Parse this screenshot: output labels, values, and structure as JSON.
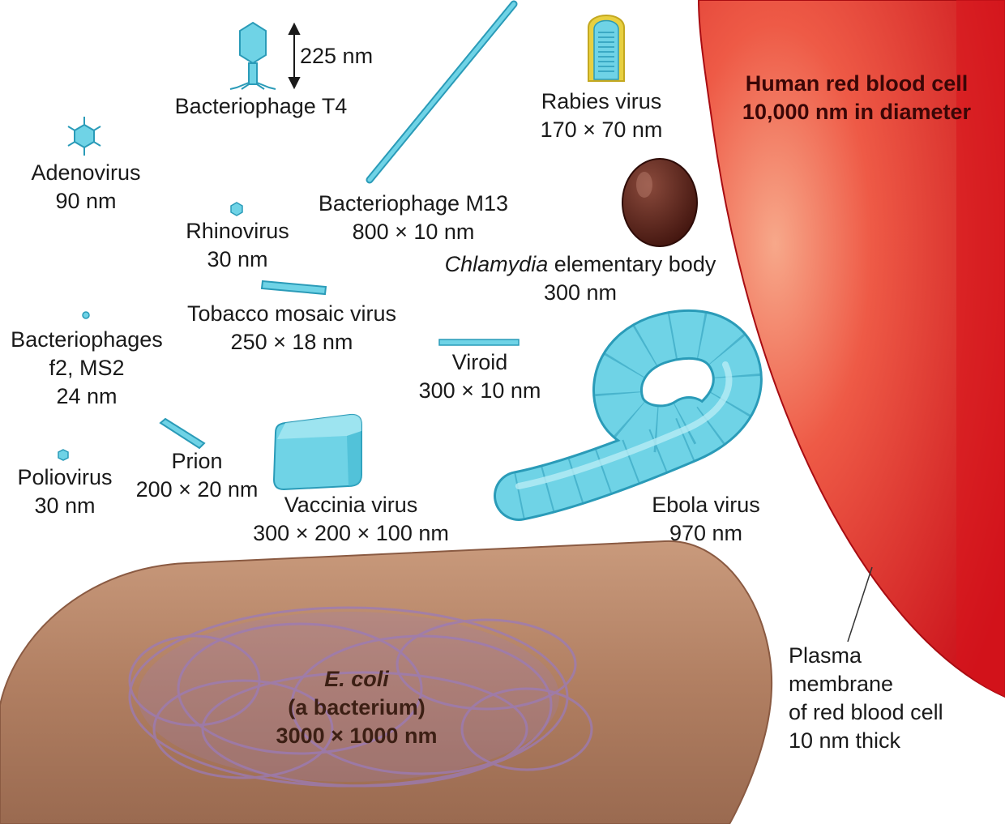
{
  "colors": {
    "virus_fill": "#6fd3e6",
    "virus_stroke": "#2a9bb8",
    "rbc": "#d9141b",
    "rbc_light": "#f28a6a",
    "ecoli": "#b88668",
    "ecoli_dna": "#9b7bb8",
    "chlamydia": "#5a1c14",
    "label": "#1a1a1a"
  },
  "labels": {
    "t4_size": "225 nm",
    "t4_name": "Bacteriophage T4",
    "adeno_name": "Adenovirus",
    "adeno_size": "90 nm",
    "rhino_name": "Rhinovirus",
    "rhino_size": "30 nm",
    "m13_name": "Bacteriophage M13",
    "m13_size": "800 × 10 nm",
    "rabies_name": "Rabies virus",
    "rabies_size": "170 × 70 nm",
    "rbc_line1": "Human red blood cell",
    "rbc_line2": "10,000 nm in diameter",
    "chlamydia_italic": "Chlamydia",
    "chlamydia_rest": " elementary body",
    "chlamydia_size": "300 nm",
    "tmv_name": "Tobacco mosaic virus",
    "tmv_size": "250 × 18 nm",
    "f2_name1": "Bacteriophages",
    "f2_name2": "f2, MS2",
    "f2_size": "24 nm",
    "viroid_name": "Viroid",
    "viroid_size": "300 × 10 nm",
    "prion_name": "Prion",
    "prion_size": "200 × 20 nm",
    "polio_name": "Poliovirus",
    "polio_size": "30 nm",
    "vaccinia_name": "Vaccinia virus",
    "vaccinia_size": "300 × 200 × 100 nm",
    "ebola_name": "Ebola virus",
    "ebola_size": "970 nm",
    "ecoli_name": "E. coli",
    "ecoli_desc": "(a bacterium)",
    "ecoli_size": "3000 × 1000 nm",
    "pm_line1": "Plasma",
    "pm_line2": "membrane",
    "pm_line3": "of red blood cell",
    "pm_line4": "10 nm thick"
  }
}
